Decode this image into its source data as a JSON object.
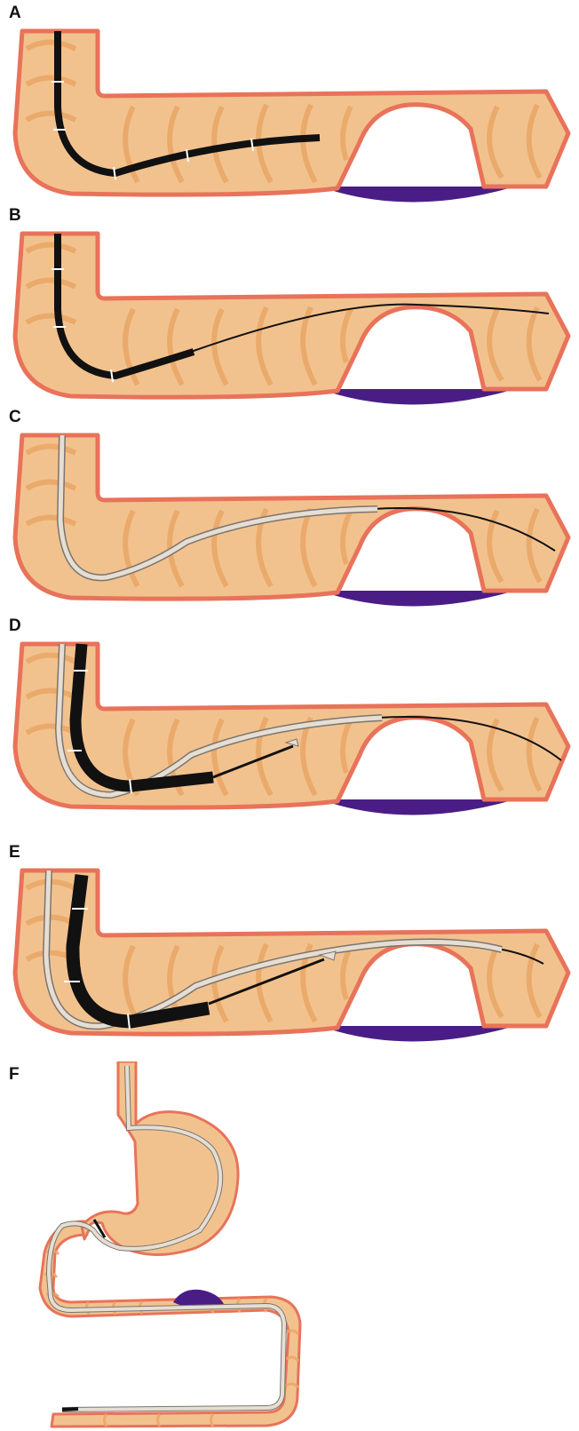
{
  "colors": {
    "tissue": "#F2C28E",
    "wall": "#E8735A",
    "fold": "#EAA868",
    "tumor": "#4A1D86",
    "endoscope": "#111111",
    "catheter": "#E6DED3",
    "background": "#FFFFFF"
  },
  "panels": [
    {
      "label": "A",
      "shows": [
        "endoscope"
      ]
    },
    {
      "label": "B",
      "shows": [
        "endoscope",
        "guidewire"
      ]
    },
    {
      "label": "C",
      "shows": [
        "catheter",
        "guidewire"
      ]
    },
    {
      "label": "D",
      "shows": [
        "endoscope",
        "catheter",
        "guidewire"
      ]
    },
    {
      "label": "E",
      "shows": [
        "endoscope",
        "catheter",
        "guidewire"
      ]
    },
    {
      "label": "F",
      "shows": [
        "stomach-overview",
        "catheter",
        "tumor"
      ]
    }
  ]
}
